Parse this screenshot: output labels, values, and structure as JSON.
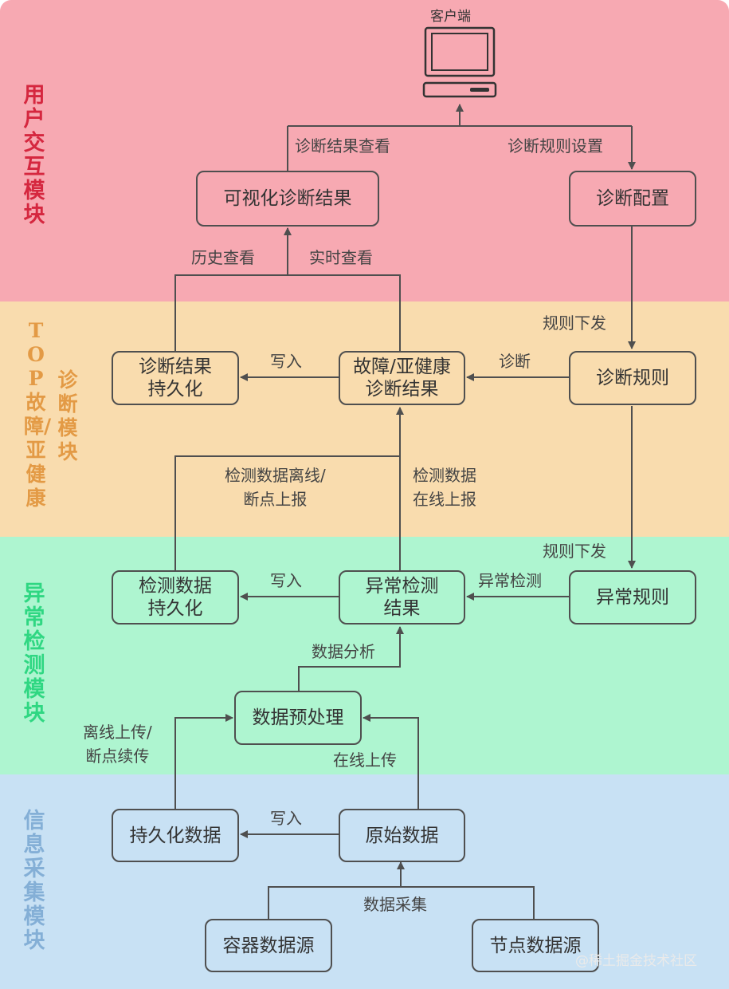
{
  "bands": {
    "user": "用户交互模块",
    "top_line1": "TOP故障/亚健康",
    "top_line2": "诊断模块",
    "anomaly": "异常检测模块",
    "info": "信息采集模块"
  },
  "colors": {
    "user_band": "#f7a9b2",
    "top_band": "#f9dcae",
    "anomaly_band": "#aef5d0",
    "info_band": "#c8e1f4",
    "user_text": "#d5273f",
    "top_text": "#e39a45",
    "anomaly_text": "#2fd782",
    "info_text": "#84afd6",
    "line": "#4f4f4f"
  },
  "client": {
    "label": "客户端",
    "icon": "computer-icon"
  },
  "boxes": {
    "visual_result": "可视化诊断结果",
    "diag_config": "诊断配置",
    "diag_persist": "诊断结果\n持久化",
    "fault_result": "故障/亚健康\n诊断结果",
    "diag_rule": "诊断规则",
    "detect_persist": "检测数据\n持久化",
    "anomaly_result": "异常检测\n结果",
    "anomaly_rule": "异常规则",
    "preprocess": "数据预处理",
    "persist_data": "持久化数据",
    "raw_data": "原始数据",
    "container_source": "容器数据源",
    "node_source": "节点数据源"
  },
  "edges": {
    "view_result": "诊断结果查看",
    "rule_setting": "诊断规则设置",
    "history_view": "历史查看",
    "realtime_view": "实时查看",
    "rule_issue_1": "规则下发",
    "write_1": "写入",
    "diagnose": "诊断",
    "offline_report": "检测数据离线/\n断点上报",
    "online_report": "检测数据\n在线上报",
    "rule_issue_2": "规则下发",
    "write_2": "写入",
    "anomaly_detect": "异常检测",
    "data_analysis": "数据分析",
    "offline_upload": "离线上传/\n断点续传",
    "online_upload": "在线上传",
    "write_3": "写入",
    "data_collect": "数据采集"
  },
  "watermark": "@稀土掘金技术社区"
}
